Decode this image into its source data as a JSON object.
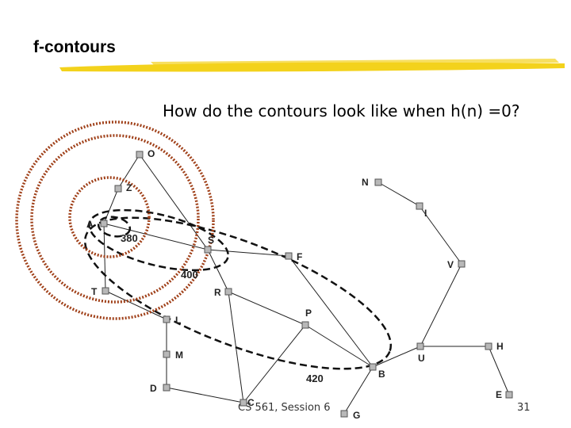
{
  "header": {
    "title": "f-contours",
    "highlight_color": "#f3d21c"
  },
  "question": "How do the contours look like when h(n) =0?",
  "footer": {
    "center": "CS 561,  Session 6",
    "page": "31"
  },
  "graph": {
    "nodes": [
      {
        "id": "O",
        "label": "O"
      },
      {
        "id": "Z",
        "label": "Z"
      },
      {
        "id": "A",
        "label": "A"
      },
      {
        "id": "T",
        "label": "T"
      },
      {
        "id": "S",
        "label": "S"
      },
      {
        "id": "L",
        "label": "L"
      },
      {
        "id": "M",
        "label": "M"
      },
      {
        "id": "D",
        "label": "D"
      },
      {
        "id": "C",
        "label": "C"
      },
      {
        "id": "R",
        "label": "R"
      },
      {
        "id": "F",
        "label": "F"
      },
      {
        "id": "P",
        "label": "P"
      },
      {
        "id": "B",
        "label": "B"
      },
      {
        "id": "G",
        "label": "G"
      },
      {
        "id": "N",
        "label": "N"
      },
      {
        "id": "I",
        "label": "I"
      },
      {
        "id": "V",
        "label": "V"
      },
      {
        "id": "U",
        "label": "U"
      },
      {
        "id": "H",
        "label": "H"
      },
      {
        "id": "E",
        "label": "E"
      }
    ],
    "edges": [
      [
        "O",
        "Z"
      ],
      [
        "Z",
        "A"
      ],
      [
        "O",
        "S"
      ],
      [
        "A",
        "S"
      ],
      [
        "A",
        "T"
      ],
      [
        "T",
        "L"
      ],
      [
        "L",
        "M"
      ],
      [
        "M",
        "D"
      ],
      [
        "D",
        "C"
      ],
      [
        "S",
        "R"
      ],
      [
        "S",
        "F"
      ],
      [
        "R",
        "P"
      ],
      [
        "R",
        "C"
      ],
      [
        "C",
        "P"
      ],
      [
        "P",
        "B"
      ],
      [
        "F",
        "B"
      ],
      [
        "B",
        "G"
      ],
      [
        "B",
        "U"
      ],
      [
        "U",
        "V"
      ],
      [
        "V",
        "I"
      ],
      [
        "I",
        "N"
      ],
      [
        "U",
        "H"
      ],
      [
        "H",
        "E"
      ]
    ],
    "contour_labels": [
      "380",
      "400",
      "420"
    ],
    "colors": {
      "a_star_contours": "#111111",
      "uniform_cost_contours": "#a0411a"
    }
  }
}
